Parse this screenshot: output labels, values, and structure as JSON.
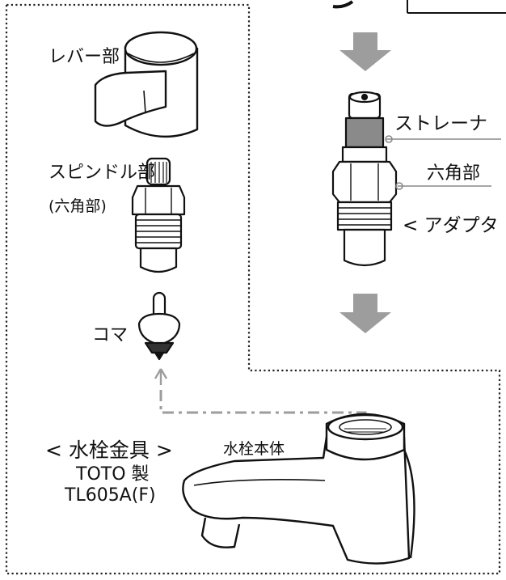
{
  "labels": {
    "lever": "レバー部",
    "spindle": "スピンドル部",
    "hex_paren": "(六角部)",
    "disc": "コマ",
    "strainer": "ストレーナ",
    "hex": "六角部",
    "adapter": "< アダプタ >",
    "faucet_fittings": "< 水栓金具 >",
    "maker": "TOTO 製",
    "model": "TL605A(F)",
    "faucet_body": "水栓本体"
  },
  "colors": {
    "line": "#111111",
    "dotted_border": "#222222",
    "arrow_gray": "#9d9d9d",
    "strainer_fill": "#8a8a8a",
    "leader_line": "#888888"
  }
}
